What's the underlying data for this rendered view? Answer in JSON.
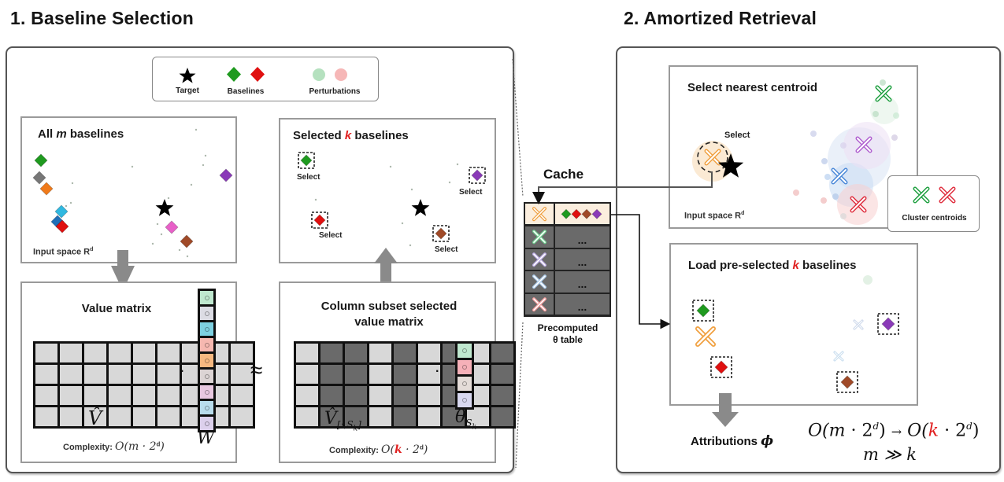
{
  "section1": {
    "title": "1. Baseline Selection",
    "legend": {
      "items": [
        {
          "label": "Target",
          "icon": "star-icon",
          "colors": [
            "#000000"
          ]
        },
        {
          "label": "Baselines",
          "icon": "diamond-icon",
          "colors": [
            "#1f9a1f",
            "#e01010"
          ]
        },
        {
          "label": "Perturbations",
          "icon": "circle-icon",
          "colors": [
            "#a8dcb4",
            "#f4aaaa"
          ]
        }
      ]
    },
    "all_baselines": {
      "title_prefix": "All ",
      "title_var": "m",
      "title_suffix": " baselines",
      "space_label": "Input space R",
      "space_sup": "d",
      "baseline_colors": [
        "#1f9a1f",
        "#777777",
        "#f07a1a",
        "#30b8e0",
        "#1f6fb8",
        "#e01010",
        "#e860c8",
        "#a04a28",
        "#8a3ab8"
      ]
    },
    "selected_baselines": {
      "title_prefix": "Selected ",
      "title_var": "k",
      "title_suffix": " baselines",
      "select_label": "Select",
      "selected_colors": [
        "#1f9a1f",
        "#8a3ab8",
        "#e01010",
        "#a04a28"
      ]
    },
    "value_matrix": {
      "title": "Value matrix",
      "symbol": "V̂",
      "vector_symbol": "W",
      "dot": "·",
      "complexity_prefix": "Complexity: ",
      "complexity_formula": "O(m · 2",
      "complexity_sup": "d",
      "complexity_close": ")",
      "rows": 4,
      "cols": 9,
      "w_colors": [
        "#bfe8cf",
        "#dcdce4",
        "#7dd0e0",
        "#f6b8b0",
        "#f6b880",
        "#dcd4d4",
        "#e8c8e0",
        "#b8dcec",
        "#dcd0ec"
      ]
    },
    "approx": "≈",
    "subset_matrix": {
      "title_line1": "Column subset selected",
      "title_line2": "value matrix",
      "symbol": "V̂",
      "symbol_sub": "[:,S",
      "symbol_sub_k": "k",
      "symbol_sub_close": "]",
      "vector_symbol": "θ",
      "vector_sub": "S",
      "vector_sub_k": "k",
      "dot": "·",
      "complexity_prefix": "Complexity: ",
      "complexity_open": "O(",
      "complexity_var": "k",
      "complexity_rest": " · 2",
      "complexity_sup": "d",
      "complexity_close": ")",
      "rows": 4,
      "column_pattern": [
        "light",
        "dark",
        "dark",
        "light",
        "dark",
        "light",
        "dark",
        "light",
        "dark"
      ],
      "theta_colors": [
        "#bfe8cf",
        "#f6b0b8",
        "#e4dcd8",
        "#d8d8f0"
      ]
    }
  },
  "cache": {
    "title": "Cache",
    "table_label_line1": "Precomputed",
    "table_label_line2": "θ table",
    "rows": [
      {
        "centroid_color": "#f0a040",
        "highlight": true,
        "value": "diamonds",
        "diamond_colors": [
          "#1f9a1f",
          "#e01010",
          "#a04a28",
          "#8a3ab8"
        ]
      },
      {
        "centroid_color": "#70d090",
        "highlight": false,
        "value": "..."
      },
      {
        "centroid_color": "#b8a8e0",
        "highlight": false,
        "value": "..."
      },
      {
        "centroid_color": "#a8c8e8",
        "highlight": false,
        "value": "..."
      },
      {
        "centroid_color": "#f09898",
        "highlight": false,
        "value": "..."
      }
    ]
  },
  "section2": {
    "title": "2. Amortized Retrieval",
    "nearest_centroid": {
      "title": "Select nearest centroid",
      "select_label": "Select",
      "space_label": "Input space R",
      "space_sup": "d",
      "centroids": [
        {
          "color": "#1fa040",
          "name": "green"
        },
        {
          "color": "#b060d0",
          "name": "purple"
        },
        {
          "color": "#4a88d8",
          "name": "blue"
        },
        {
          "color": "#e03040",
          "name": "red"
        },
        {
          "color": "#f0a040",
          "name": "orange"
        }
      ]
    },
    "centroid_legend": {
      "label": "Cluster centroids",
      "colors": [
        "#1fa040",
        "#e03040"
      ]
    },
    "load_baselines": {
      "title_prefix": "Load pre-selected ",
      "title_var": "k",
      "title_suffix": " baselines",
      "selected_colors": [
        "#1f9a1f",
        "#e01010",
        "#8a3ab8",
        "#a04a28"
      ]
    },
    "attributions": {
      "label": "Attributions ",
      "symbol": "ϕ"
    },
    "complexity": {
      "from_open": "O(",
      "from_var": "m",
      "from_rest": " · 2",
      "from_sup": "d",
      "from_close": ")",
      "arrow": "→",
      "to_open": "O(",
      "to_var": "k",
      "to_rest": " · 2",
      "to_sup": "d",
      "to_close": ")",
      "relation": "m ≫ k"
    }
  }
}
